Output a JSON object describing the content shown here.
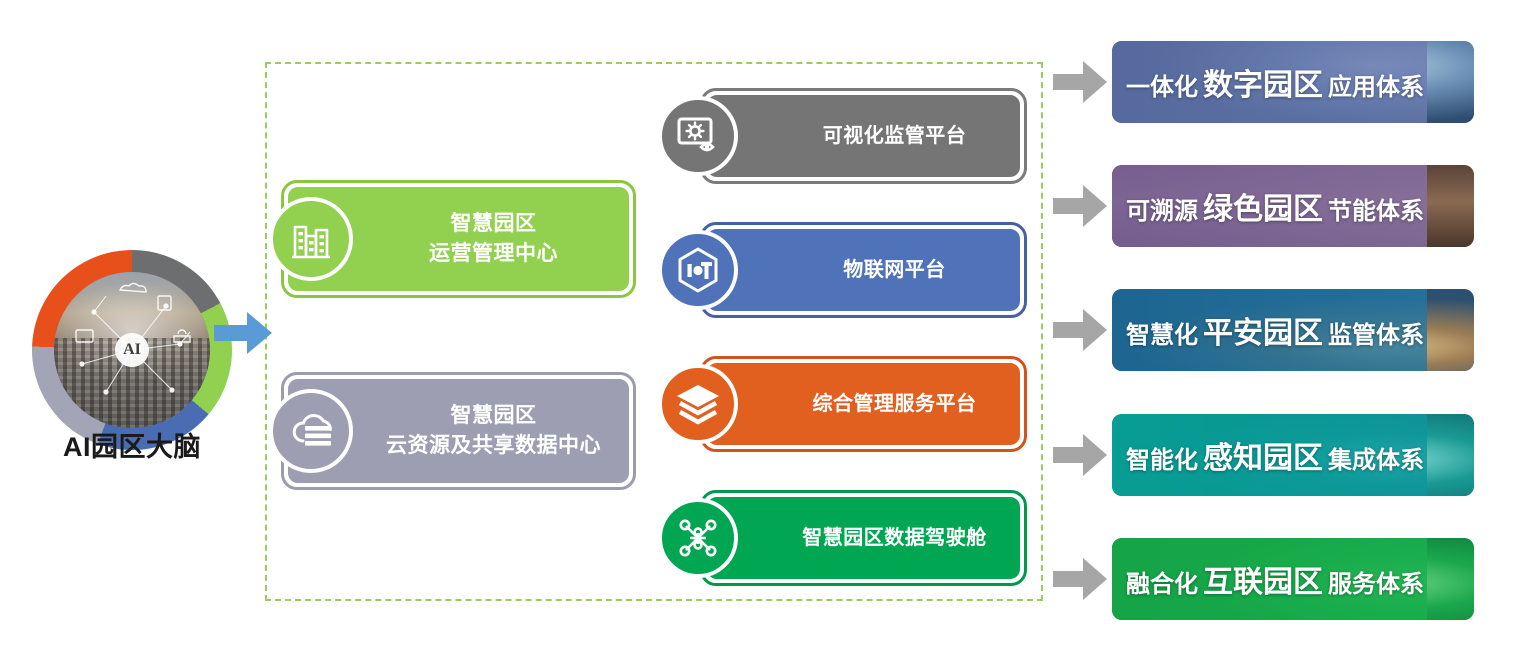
{
  "brain": {
    "label": "AI园区大脑",
    "badge_text": "AI",
    "ring_colors": [
      "#6d6e70",
      "#92d050",
      "#4a6cb3",
      "#a3a4b5",
      "#e8501b"
    ]
  },
  "arrows": {
    "main_arrow_color": "#5b9bd5",
    "banner_arrow_color": "#a6a6a6"
  },
  "container": {
    "border_color": "#9acd5b"
  },
  "core_cards": [
    {
      "id": "ops",
      "line1": "智慧园区",
      "line2": "运营管理中心",
      "icon": "building-icon",
      "color": "#92d050"
    },
    {
      "id": "cloud",
      "line1": "智慧园区",
      "line2": "云资源及共享数据中心",
      "icon": "cloud-data-icon",
      "color": "#9e9eb2"
    }
  ],
  "platform_cards": [
    {
      "id": "visual",
      "label": "可视化监管平台",
      "icon": "monitor-gear-eye-icon",
      "color": "#757575"
    },
    {
      "id": "iot",
      "label": "物联网平台",
      "icon": "iot-hexagon-icon",
      "color": "#4f72b8"
    },
    {
      "id": "mgmt",
      "label": "综合管理服务平台",
      "icon": "layers-icon",
      "color": "#e2601f"
    },
    {
      "id": "cockpit",
      "label": "智慧园区数据驾驶舱",
      "icon": "network-nodes-icon",
      "color": "#00a651"
    }
  ],
  "banners": [
    {
      "id": "b1",
      "prefix": "一体化",
      "middle": "数字园区",
      "suffix": "应用体系",
      "tint": "#5b6ea5"
    },
    {
      "id": "b2",
      "prefix": "可溯源",
      "middle": "绿色园区",
      "suffix": "节能体系",
      "tint": "#7a639c"
    },
    {
      "id": "b3",
      "prefix": "智慧化",
      "middle": "平安园区",
      "suffix": "监管体系",
      "tint": "#1b6996"
    },
    {
      "id": "b4",
      "prefix": "智能化",
      "middle": "感知园区",
      "suffix": "集成体系",
      "tint": "#06a498"
    },
    {
      "id": "b5",
      "prefix": "融合化",
      "middle": "互联园区",
      "suffix": "服务体系",
      "tint": "#16a849"
    }
  ]
}
